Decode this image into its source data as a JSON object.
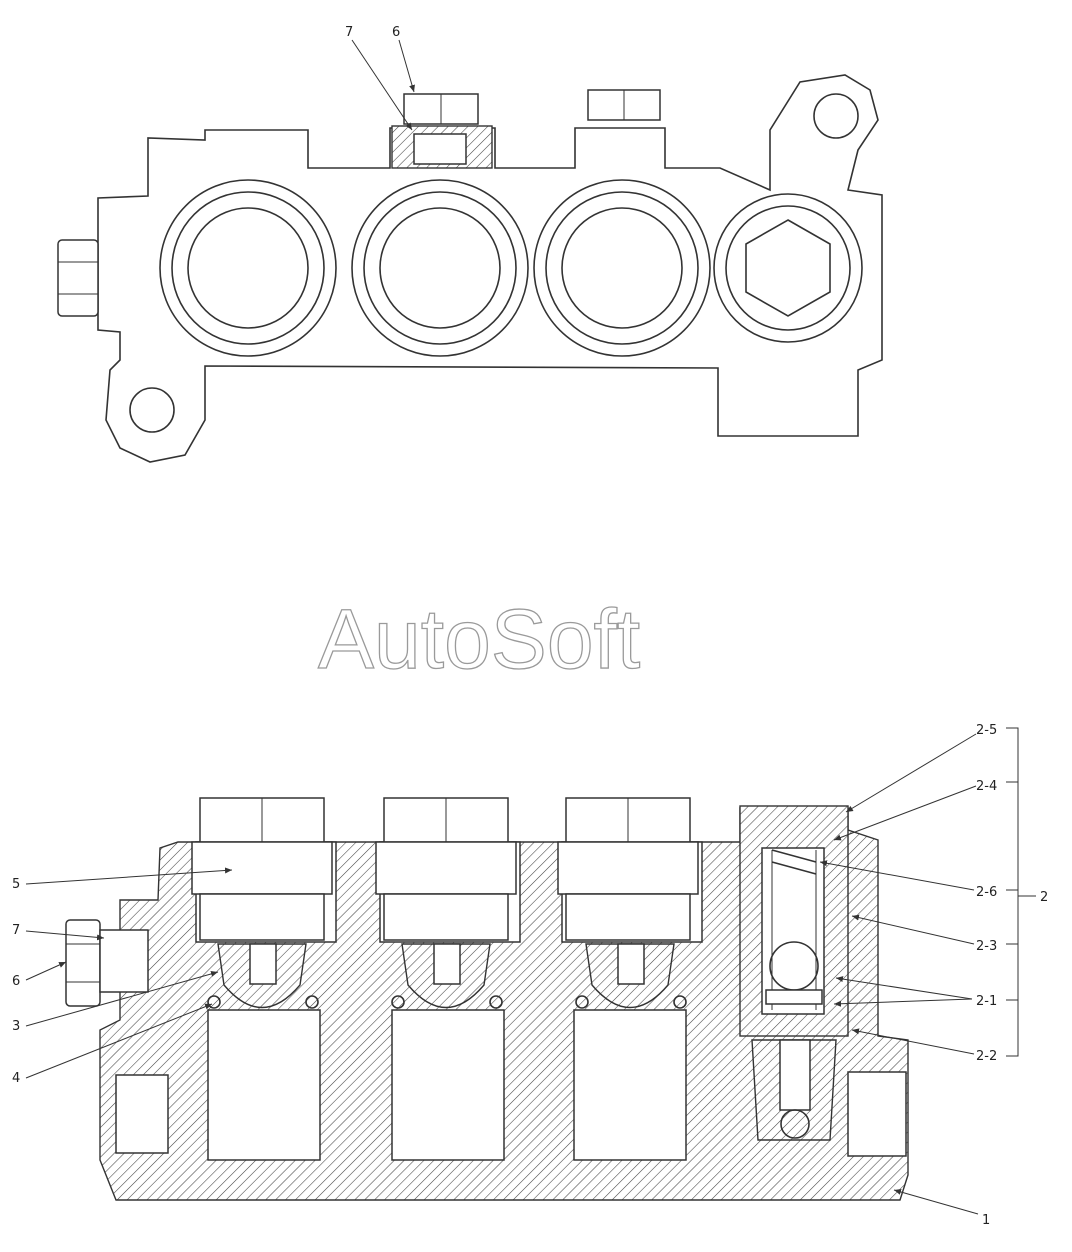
{
  "watermark": "AutoSoft",
  "top_view": {
    "callouts": [
      "7",
      "6"
    ]
  },
  "section_view": {
    "callouts_left": [
      "5",
      "7",
      "6",
      "3",
      "4"
    ],
    "callouts_right": [
      "2-5",
      "2-4",
      "2-6",
      "2-3",
      "2-1",
      "2-2"
    ],
    "group_label": "2",
    "body_label": "1"
  },
  "icons": {
    "leader": "leader-arrow-icon",
    "bracket": "group-bracket-icon"
  }
}
